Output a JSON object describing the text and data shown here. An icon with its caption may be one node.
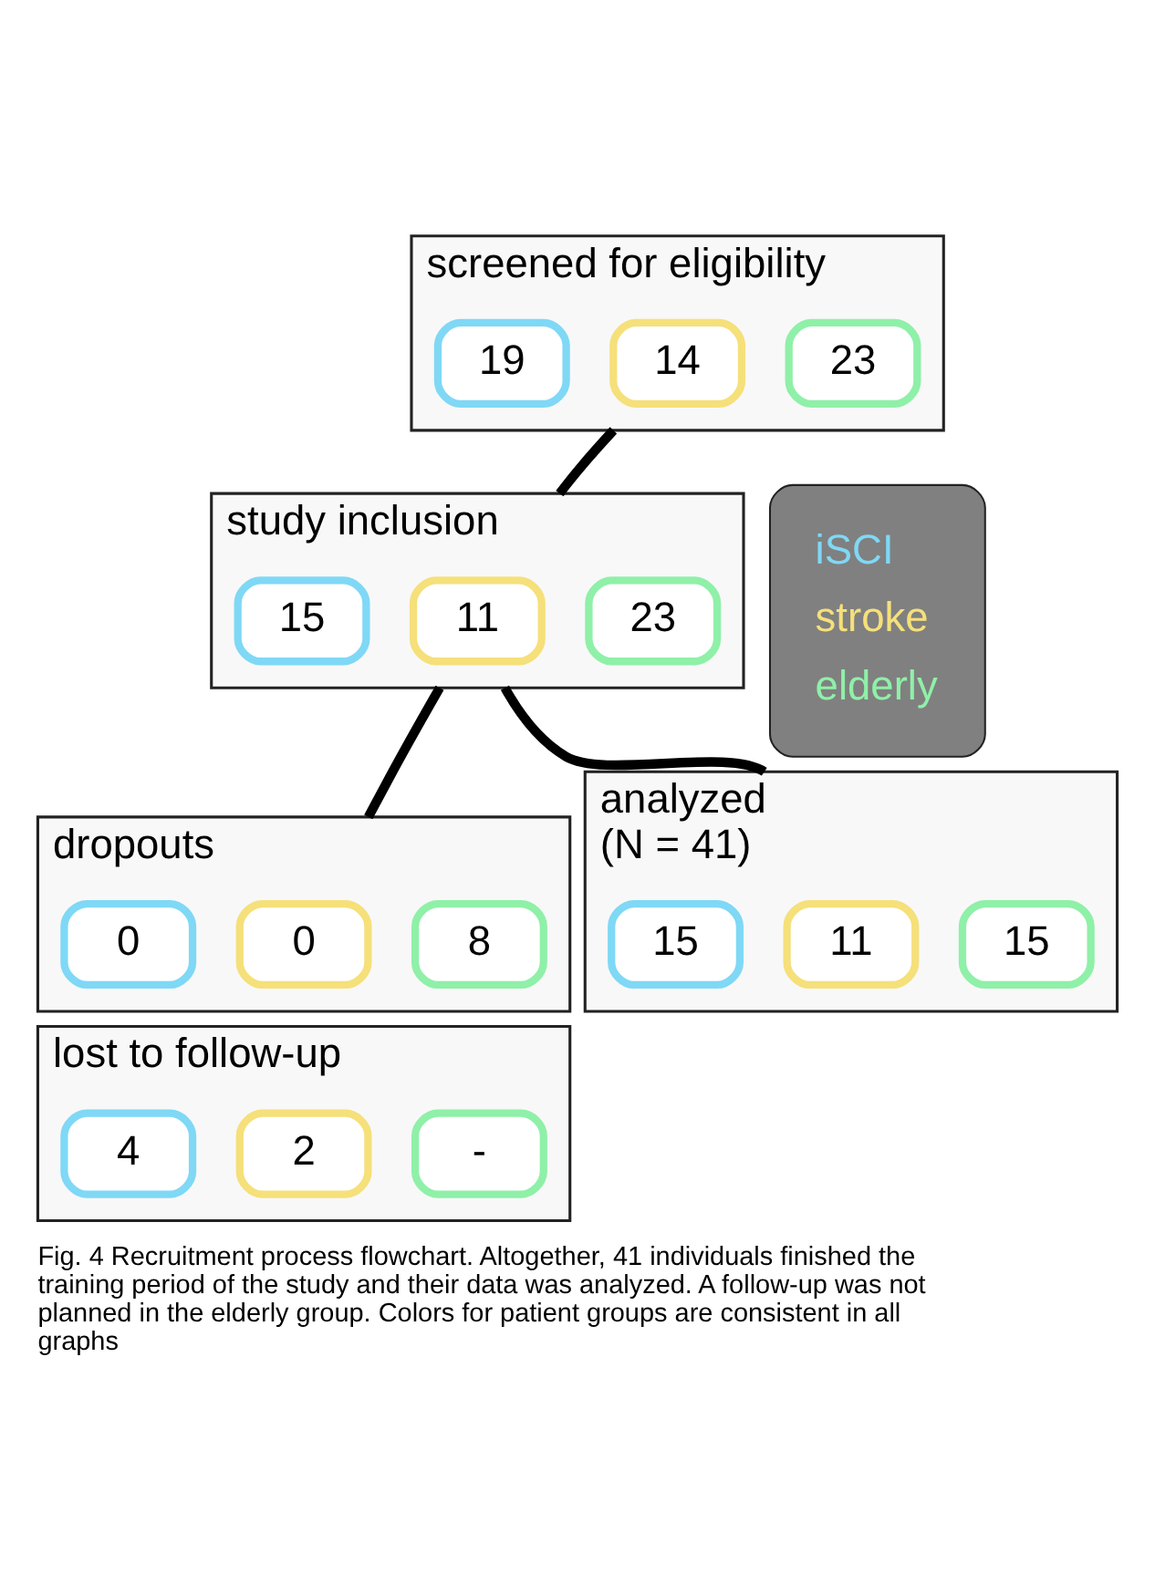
{
  "diagram": {
    "caption": "Fig. 4 Recruitment process flowchart. Altogether, 41 individuals finished the training period of the study and their data was analyzed. A follow-up was not planned in the elderly group. Colors for patient groups are consistent in all graphs",
    "nodes": [
      {
        "text": [
          "screened for eligibility"
        ]
      },
      {
        "text": [
          "19"
        ],
        "in": 0
      },
      {
        "text": [
          "14"
        ],
        "in": 0
      },
      {
        "text": [
          "23"
        ],
        "in": 0
      },
      {
        "text": [
          "study inclusion"
        ]
      },
      {
        "text": [
          "15"
        ],
        "in": 4
      },
      {
        "text": [
          "11"
        ],
        "in": 4
      },
      {
        "text": [
          "23"
        ],
        "in": 4
      },
      {
        "text": [
          "dropouts"
        ]
      },
      {
        "text": [
          "0"
        ],
        "in": 8
      },
      {
        "text": [
          "0"
        ],
        "in": 8
      },
      {
        "text": [
          "8"
        ],
        "in": 8
      },
      {
        "text": [
          "analyzed",
          "(N = 41)"
        ]
      },
      {
        "text": [
          "15"
        ],
        "in": 12
      },
      {
        "text": [
          "11"
        ],
        "in": 12
      },
      {
        "text": [
          "15"
        ],
        "in": 12
      },
      {
        "text": [
          "lost to follow-up"
        ]
      },
      {
        "text": [
          "4"
        ],
        "in": 16
      },
      {
        "text": [
          "2"
        ],
        "in": 16
      },
      {
        "text": [
          "-"
        ],
        "in": 16
      }
    ],
    "edges": [
      {
        "from": 0,
        "to": 4,
        "arrow": "none"
      },
      {
        "from": 4,
        "to": 12,
        "arrow": "none"
      },
      {
        "from": 4,
        "to": 8,
        "arrow": "none"
      }
    ],
    "legend": [
      {
        "text": "iSCI",
        "color": "#7fd8f5"
      },
      {
        "text": "stroke",
        "color": "#f5e07a"
      },
      {
        "text": "elderly",
        "color": "#8ff0a8"
      }
    ]
  }
}
